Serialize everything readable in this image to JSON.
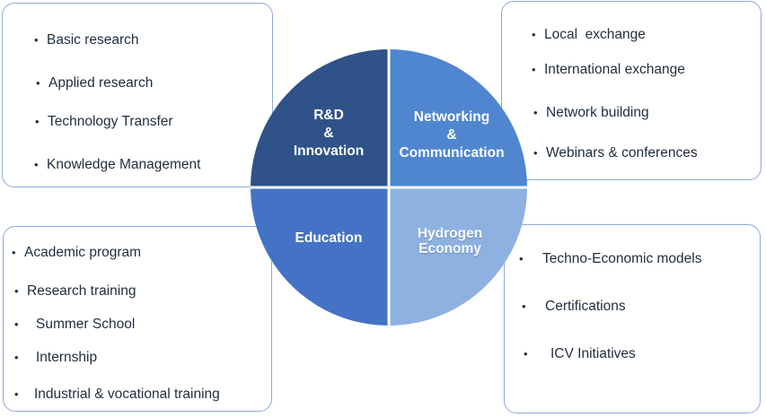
{
  "quadrants": {
    "rd": {
      "lines": [
        "R&D",
        "&",
        "Innovation"
      ],
      "color": "#2f5388"
    },
    "networking": {
      "lines": [
        "Networking",
        "&",
        "Communication"
      ],
      "color": "#4f86cf"
    },
    "education": {
      "lines": [
        "Education"
      ],
      "color": "#4472c4"
    },
    "hydrogen": {
      "lines": [
        "Hydrogen",
        "Economy"
      ],
      "color": "#8eb1e1"
    }
  },
  "boxes": {
    "rd": {
      "items": [
        "Basic research",
        "Applied research",
        "Technology Transfer",
        "Knowledge Management"
      ]
    },
    "networking": {
      "items": [
        "Local  exchange",
        "International exchange",
        "Network building",
        "Webinars & conferences"
      ]
    },
    "education": {
      "items": [
        "Academic program",
        "Research training",
        "Summer School",
        "Internship",
        "Industrial & vocational training"
      ]
    },
    "hydrogen": {
      "items": [
        "Techno-Economic models",
        "Certifications",
        "ICV Initiatives"
      ]
    }
  },
  "bullet_char": "•"
}
